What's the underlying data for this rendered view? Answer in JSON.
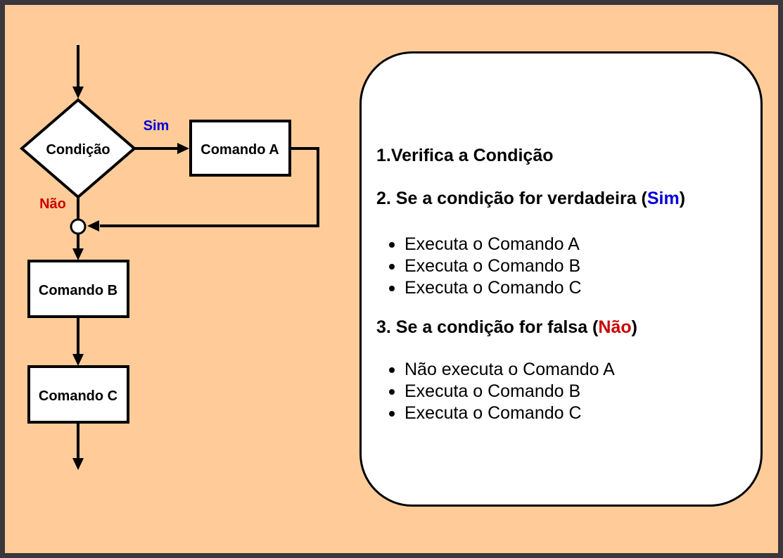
{
  "colors": {
    "background": "#FFCC99",
    "frame": "#3A373D",
    "yes_color": "#0000DD",
    "no_color": "#CC0000",
    "node_fill": "#FFFFFF",
    "line_color": "#000000"
  },
  "flowchart": {
    "decision_label": "Condição",
    "yes_label": "Sim",
    "no_label": "Não",
    "box_a_label": "Comando A",
    "box_b_label": "Comando B",
    "box_c_label": "Comando C"
  },
  "panel": {
    "step1": "1.Verifica a Condição",
    "step2": {
      "prefix": "2. Se a condição for verdadeira (",
      "highlight": "Sim",
      "suffix": ")"
    },
    "step2_bullets": [
      "Executa o Comando A",
      "Executa o Comando B",
      "Executa o Comando C"
    ],
    "step3": {
      "prefix": "3. Se a condição for falsa (",
      "highlight": "Não",
      "suffix": ")"
    },
    "step3_bullets": [
      "Não executa o Comando A",
      "Executa o Comando B",
      "Executa o Comando C"
    ]
  }
}
